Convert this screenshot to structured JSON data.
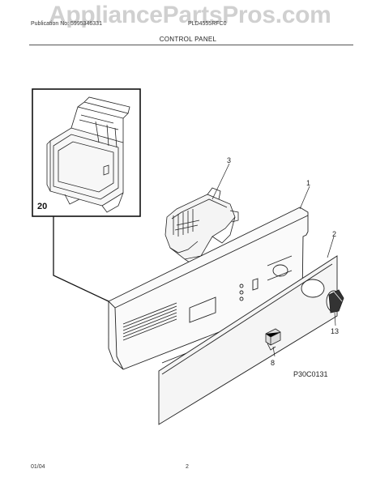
{
  "watermark": "AppliancePartsPros.com",
  "header": {
    "publication": "Publication No: 5995346331",
    "model": "PLD4555RFC0",
    "title": "CONTROL PANEL"
  },
  "figure_code": "P30C0131",
  "callouts": {
    "inset": "20",
    "duct": "3",
    "panel": "1",
    "overlay": "2",
    "knob": "13",
    "button": "8"
  },
  "footer": {
    "date": "01/04",
    "page": "2"
  }
}
